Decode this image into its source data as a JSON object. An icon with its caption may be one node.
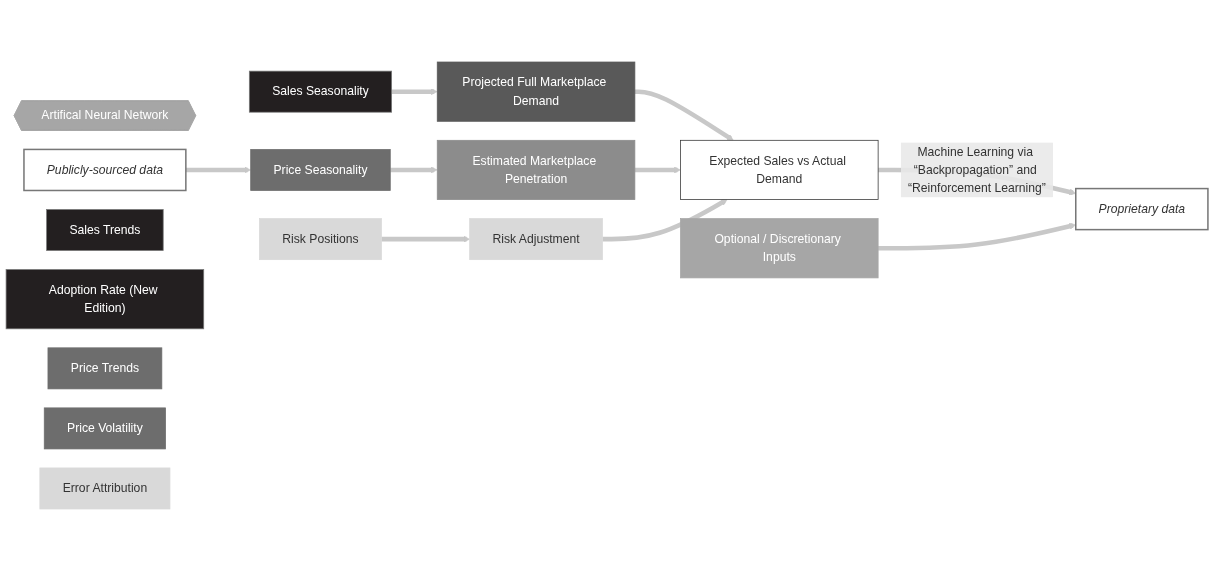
{
  "diagram": {
    "nodes": [
      {
        "text": [
          "Artifical Neural Network"
        ]
      },
      {
        "text": [
          "Publicly-sourced data"
        ]
      },
      {
        "text": [
          "Proprietary data"
        ]
      },
      {
        "text": [
          "Optional / Discretionary Inputs"
        ]
      },
      {
        "text": [
          "Sales Trends"
        ]
      },
      {
        "text": [
          "Sales Seasonality"
        ]
      },
      {
        "text": [
          "Adoption Rate (New Edition)"
        ]
      },
      {
        "text": [
          "Price Trends"
        ]
      },
      {
        "text": [
          "Price Seasonality"
        ]
      },
      {
        "text": [
          "Price Volatility"
        ]
      },
      {
        "text": [
          "Risk Positions"
        ]
      },
      {
        "text": [
          "Error Attribution"
        ]
      },
      {
        "text": [
          "Projected Full Marketplace Demand"
        ]
      },
      {
        "text": [
          "Estimated Marketplace Penetration"
        ]
      },
      {
        "text": [
          "Risk Adjustment"
        ]
      },
      {
        "text": [
          "Expected Sales vs Actual Demand"
        ]
      }
    ],
    "edges": [
      {
        "from": 1,
        "to": 8,
        "arrow": "to"
      },
      {
        "from": 5,
        "to": 12,
        "arrow": "to"
      },
      {
        "from": 8,
        "to": 13,
        "arrow": "to"
      },
      {
        "from": 10,
        "to": 14,
        "arrow": "to"
      },
      {
        "from": 12,
        "to": 15,
        "arrow": "to"
      },
      {
        "from": 13,
        "to": 15,
        "arrow": "to"
      },
      {
        "from": 14,
        "to": 15,
        "arrow": "to"
      },
      {
        "from": 15,
        "to": 2,
        "arrow": "to",
        "label": "Machine Learning via “Backpropagation” and “Reinforcement Learning”"
      },
      {
        "from": 3,
        "to": 2,
        "arrow": "to"
      }
    ]
  }
}
